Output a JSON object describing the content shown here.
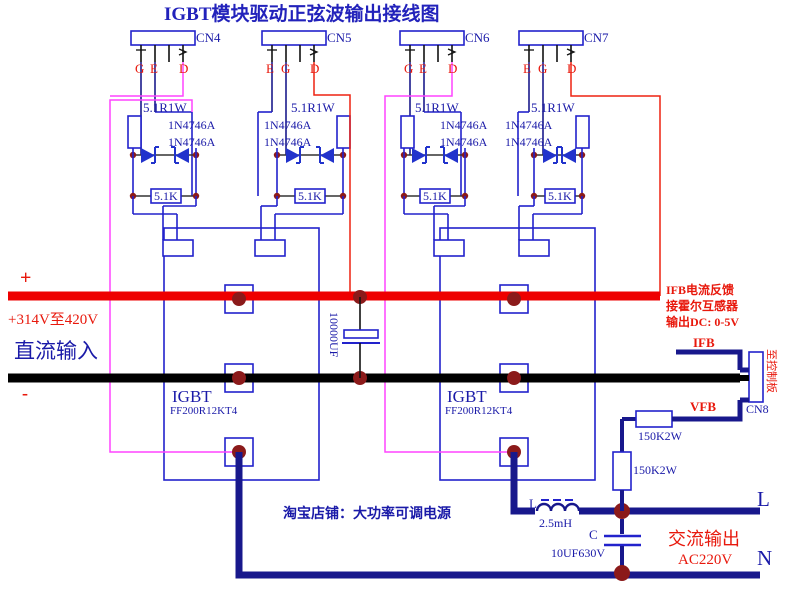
{
  "title": "IGBT模块驱动正弦波输出接线图",
  "colors": {
    "title": "#2222bb",
    "schematic_blue": "#2222cc",
    "wire_dc_plus": "#ee0000",
    "wire_dc_minus": "#000000",
    "wire_ac": "#18188c",
    "wire_gate_pink": "#ff44ff",
    "wire_gate_red": "#ee2211",
    "node_dot": "#8b1a1a",
    "text_red": "#e8180c"
  },
  "connectors": [
    {
      "name": "CN4",
      "pins": [
        "G",
        "E",
        "",
        "D"
      ]
    },
    {
      "name": "CN5",
      "pins": [
        "E",
        "G",
        "",
        "D"
      ]
    },
    {
      "name": "CN6",
      "pins": [
        "G",
        "E",
        "",
        "D"
      ]
    },
    {
      "name": "CN7",
      "pins": [
        "E",
        "G",
        "",
        "D"
      ]
    }
  ],
  "driver_stages": [
    {
      "series_resistor": "5.1R1W",
      "zener_top": "1N4746A",
      "zener_bottom": "1N4746A",
      "pulldown_resistor": "5.1K"
    },
    {
      "series_resistor": "5.1R1W",
      "zener_top": "1N4746A",
      "zener_bottom": "1N4746A",
      "pulldown_resistor": "5.1K"
    },
    {
      "series_resistor": "5.1R1W",
      "zener_top": "1N4746A",
      "zener_bottom": "1N4746A",
      "pulldown_resistor": "5.1K"
    },
    {
      "series_resistor": "5.1R1W",
      "zener_top": "1N4746A",
      "zener_bottom": "1N4746A",
      "pulldown_resistor": "5.1K"
    }
  ],
  "igbt_modules": [
    {
      "label": "IGBT",
      "part": "FF200R12KT4"
    },
    {
      "label": "IGBT",
      "part": "FF200R12KT4"
    }
  ],
  "dc_input": {
    "plus_sign": "+",
    "minus_sign": "-",
    "voltage": "+314V至420V",
    "label": "直流输入"
  },
  "bus_capacitor": {
    "value": "10000UF"
  },
  "feedback": {
    "note_line1": "IFB电流反馈",
    "note_line2": "接霍尔互感器",
    "note_line3": "输出DC: 0-5V",
    "ifb_label": "IFB",
    "vfb_label": "VFB",
    "divider_r1": "150K2W",
    "divider_r2": "150K2W",
    "connector": "CN8",
    "connector_note": "至控制板"
  },
  "output_filter": {
    "inductor_ref": "L",
    "inductor_value": "2.5mH",
    "capacitor_ref": "C",
    "capacitor_value": "10UF630V"
  },
  "ac_output": {
    "line_label": "L",
    "neutral_label": "N",
    "title": "交流输出",
    "voltage": "AC220V"
  },
  "watermark": "淘宝店铺：大功率可调电源"
}
